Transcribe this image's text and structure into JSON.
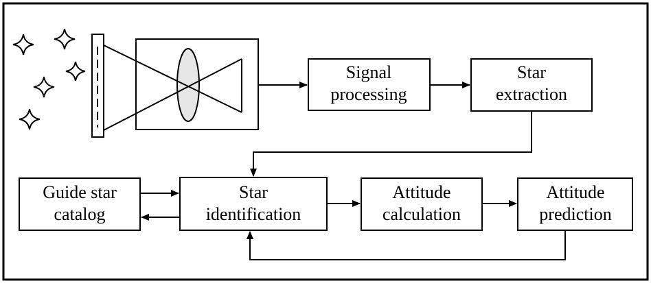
{
  "blocks": {
    "signal_processing": [
      "Signal",
      "processing"
    ],
    "star_extraction": [
      "Star",
      "extraction"
    ],
    "guide_star_catalog": [
      "Guide star",
      "catalog"
    ],
    "star_identification": [
      "Star",
      "identification"
    ],
    "attitude_calculation": [
      "Attitude",
      "calculation"
    ],
    "attitude_prediction": [
      "Attitude",
      "prediction"
    ]
  },
  "colors": {
    "stroke": "#000000",
    "lens_fill": "#e6e6e6",
    "background": "#ffffff"
  },
  "icons": [
    "star-icon",
    "star-icon",
    "star-icon",
    "star-icon",
    "star-icon",
    "lens-icon",
    "image-sensor-icon"
  ]
}
